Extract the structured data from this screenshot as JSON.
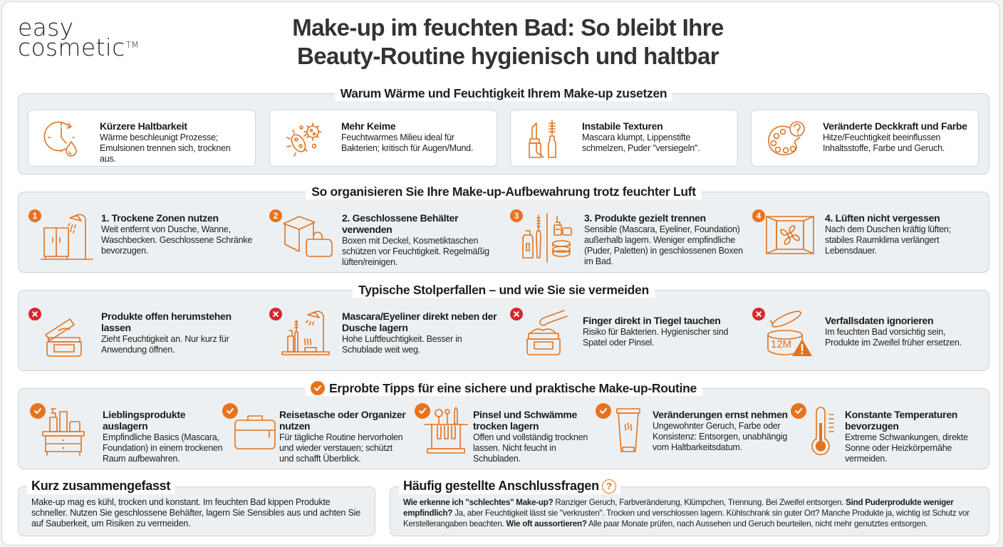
{
  "brand": {
    "line1": "easy",
    "line2": "cosmetic",
    "trademark": "TM"
  },
  "title": {
    "line1": "Make-up im feuchten Bad: So bleibt Ihre",
    "line2": "Beauty-Routine hygienisch und haltbar"
  },
  "colors": {
    "accent": "#e8731f",
    "danger": "#d7272e",
    "panel": "#edf0f2",
    "text": "#1d1d1d"
  },
  "why": {
    "heading": "Warum Wärme und Feuchtigkeit Ihrem Make-up zusetzen",
    "items": [
      {
        "icon": "clock-drop-icon",
        "title": "Kürzere Haltbarkeit",
        "desc": "Wärme beschleunigt Prozesse; Emulsionen trennen sich, trocknen aus."
      },
      {
        "icon": "germs-icon",
        "title": "Mehr Keime",
        "desc": "Feuchtwarmes Milieu ideal für Bakterien; kritisch für Augen/Mund."
      },
      {
        "icon": "lipstick-mascara-icon",
        "title": "Instabile Texturen",
        "desc": "Mascara klumpt, Lippenstifte schmelzen, Puder \"versiegeln\"."
      },
      {
        "icon": "palette-question-icon",
        "title": "Veränderte Deckkraft und Farbe",
        "desc": "Hitze/Feuchtigkeit beeinflussen Inhaltsstoffe, Farbe und Geruch."
      }
    ]
  },
  "organize": {
    "heading": "So organisieren Sie Ihre Make-up-Aufbewahrung trotz feuchter Luft",
    "items": [
      {
        "number": "1",
        "icon": "cabinet-shower-icon",
        "title": "1. Trockene Zonen nutzen",
        "desc": "Weit entfernt von Dusche, Wanne, Waschbecken. Geschlossene Schränke bevorzugen."
      },
      {
        "number": "2",
        "icon": "box-bag-icon",
        "title": "2. Geschlossene Behälter verwenden",
        "desc": "Boxen mit Deckel, Kosmetiktaschen schützen vor Feuchtigkeit. Regelmäßig lüften/reinigen."
      },
      {
        "number": "3",
        "icon": "separate-products-icon",
        "title": "3. Produkte gezielt trennen",
        "desc": "Sensible (Mascara, Eyeliner, Foundation) außerhalb lagern. Weniger empfindliche (Puder, Paletten) in geschlossenen Boxen im Bad."
      },
      {
        "number": "4",
        "icon": "window-fan-icon",
        "title": "4. Lüften nicht vergessen",
        "desc": "Nach dem Duschen kräftig lüften; stabiles Raumklima verlängert Lebensdauer."
      }
    ]
  },
  "pitfalls": {
    "heading": "Typische Stolperfallen – und wie Sie sie vermeiden",
    "items": [
      {
        "icon": "open-jar-icon",
        "title": "Produkte offen herumstehen lassen",
        "desc": "Zieht Feuchtigkeit an. Nur kurz für Anwendung öffnen."
      },
      {
        "icon": "mascara-shower-icon",
        "title": "Mascara/Eyeliner direkt neben der Dusche lagern",
        "desc": "Hohe Luftfeuchtigkeit. Besser in Schublade weit weg."
      },
      {
        "icon": "finger-jar-icon",
        "title": "Finger direkt in Tiegel tauchen",
        "desc": "Risiko für Bakterien. Hygienischer sind Spatel oder Pinsel."
      },
      {
        "icon": "expiry-jar-icon",
        "title": "Verfallsdaten ignorieren",
        "desc": "Im feuchten Bad vorsichtig sein, Produkte im Zweifel früher ersetzen.",
        "label": "12M"
      }
    ]
  },
  "tips": {
    "heading": "Erprobte Tipps für eine sichere und praktische Make-up-Routine",
    "items": [
      {
        "icon": "nightstand-products-icon",
        "title": "Lieblingsprodukte auslagern",
        "desc": "Empfindliche Basics (Mascara, Foundation) in einem trockenen Raum aufbewahren."
      },
      {
        "icon": "travel-case-icon",
        "title": "Reisetasche oder Organizer nutzen",
        "desc": "Für tägliche Routine hervorholen und wieder verstauen; schützt und schafft Überblick."
      },
      {
        "icon": "brush-holder-icon",
        "title": "Pinsel und Schwämme trocken lagern",
        "desc": "Offen und vollständig trocknen lassen. Nicht feucht in Schubladen."
      },
      {
        "icon": "tube-icon",
        "title": "Veränderungen ernst nehmen",
        "desc": "Ungewohnter Geruch, Farbe oder Konsistenz: Entsorgen, unabhängig vom Haltbarkeitsdatum."
      },
      {
        "icon": "thermometer-icon",
        "title": "Konstante Temperaturen bevorzugen",
        "desc": "Extreme Schwankungen, direkte Sonne oder Heizkörpernähe vermeiden."
      }
    ]
  },
  "summary": {
    "heading": "Kurz zusammengefasst",
    "text": "Make-up mag es kühl, trocken und konstant. Im feuchten Bad kippen Produkte schneller. Nutzen Sie geschlossene Behäfter, lagern Sie Sensibles aus und achten Sie auf Sauberkeit, um Risiken zu vermeiden."
  },
  "faq": {
    "heading": "Häufig gestellte Anschlussfragen",
    "icon": "?",
    "entries": [
      {
        "q": "Wie erkenne ich \"schlechtes\" Make-up?",
        "a": " Ranziger Geruch, Farbveränderung, Klümpchen, Trennung. Bei Zweifel entsorgen. "
      },
      {
        "q": "Sind Puderprodukte weniger empfindlich?",
        "a": " Ja, aber Feuchtigkeit lässt sie \"verkrusten\". Trocken und verschlossen lagern. Kühlschrank sin guter Ort? Manche Produkte ja, wichtig ist Schutz vor Kerstellerangaben beachten. "
      },
      {
        "q": "Wie oft aussortieren?",
        "a": " Alle paar Monate prüfen, nach Aussehen und Geruch beurteilen, nicht mehr genutztes entsorgen."
      }
    ]
  }
}
